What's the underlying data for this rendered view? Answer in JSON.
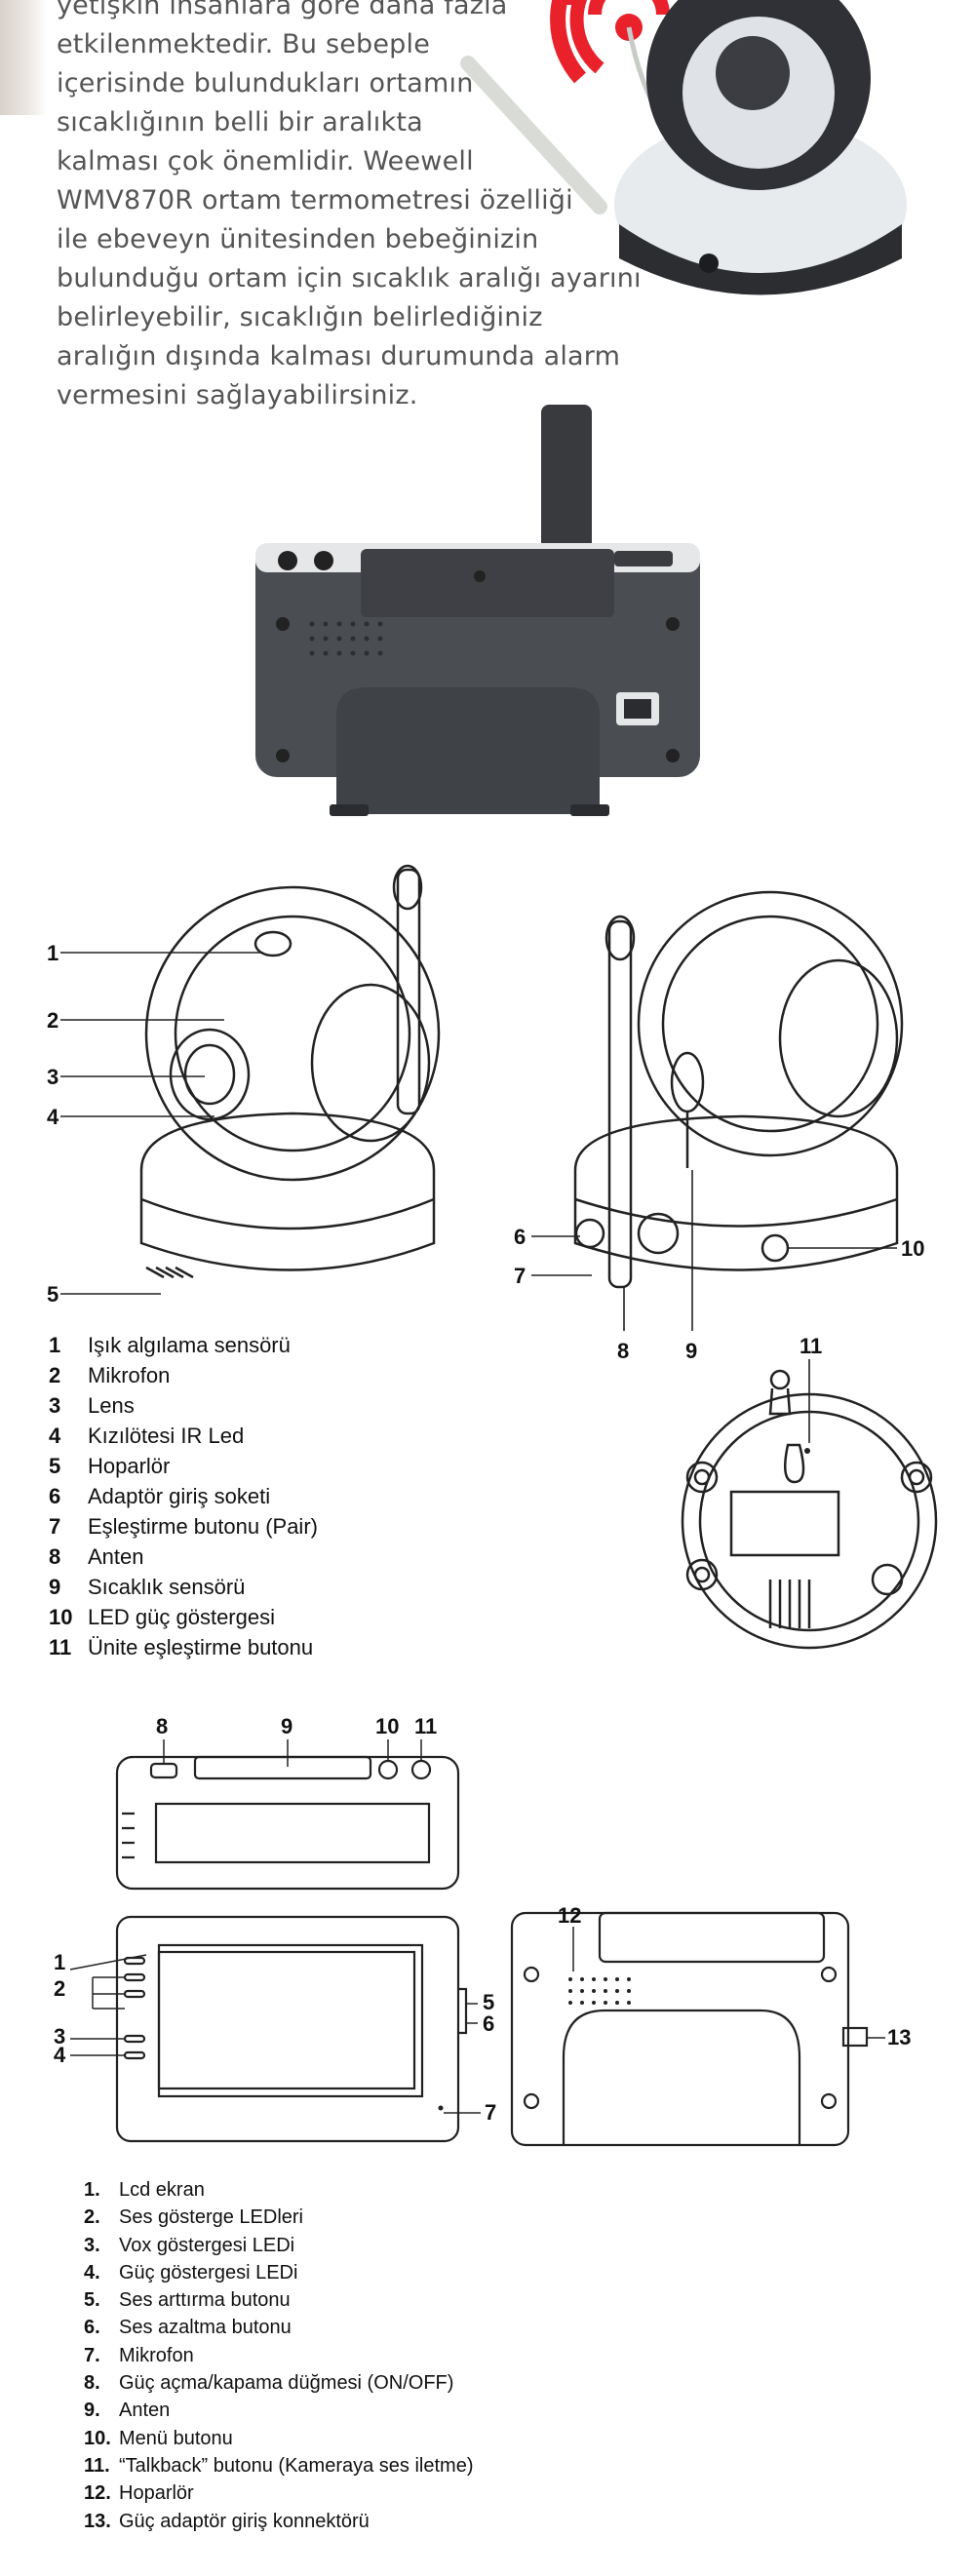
{
  "intro_text": {
    "lines": [
      "yetişkin insanlara göre daha fazla",
      "etkilenmektedir. Bu sebeple",
      "içerisinde bulundukları ortamın",
      "sıcaklığının belli bir aralıkta",
      "kalması çok önemlidir. Weewell",
      "WMV870R ortam termometresi özelliği",
      "ile ebeveyn ünitesinden bebeğinizin",
      "bulunduğu ortam için sıcaklık aralığı ayarını",
      "belirleyebilir, sıcaklığın belirlediğiniz",
      "aralığın dışında kalması durumunda alarm",
      "vermesini sağlayabilirsiniz."
    ]
  },
  "camera_diagram": {
    "callouts": [
      "1",
      "2",
      "3",
      "4",
      "5",
      "6",
      "7",
      "8",
      "9",
      "10",
      "11"
    ],
    "legend": [
      {
        "num": "1",
        "label": "Işık algılama sensörü"
      },
      {
        "num": "2",
        "label": "Mikrofon"
      },
      {
        "num": "3",
        "label": "Lens"
      },
      {
        "num": "4",
        "label": "Kızılötesi IR Led"
      },
      {
        "num": "5",
        "label": "Hoparlör"
      },
      {
        "num": "6",
        "label": "Adaptör giriş soketi"
      },
      {
        "num": "7",
        "label": "Eşleştirme butonu (Pair)"
      },
      {
        "num": "8",
        "label": "Anten"
      },
      {
        "num": "9",
        "label": "Sıcaklık sensörü"
      },
      {
        "num": "10",
        "label": "LED güç göstergesi"
      },
      {
        "num": "11",
        "label": "Ünite eşleştirme butonu"
      }
    ]
  },
  "monitor_diagram": {
    "callouts": [
      "1",
      "2",
      "3",
      "4",
      "5",
      "6",
      "7",
      "8",
      "9",
      "10",
      "11",
      "12",
      "13"
    ],
    "legend": [
      {
        "num": "1.",
        "label": "Lcd ekran"
      },
      {
        "num": "2.",
        "label": "Ses gösterge LEDleri"
      },
      {
        "num": "3.",
        "label": "Vox göstergesi LEDi"
      },
      {
        "num": "4.",
        "label": "Güç göstergesi LEDi"
      },
      {
        "num": "5.",
        "label": "Ses arttırma butonu"
      },
      {
        "num": "6.",
        "label": "Ses azaltma butonu"
      },
      {
        "num": "7.",
        "label": "Mikrofon"
      },
      {
        "num": "8.",
        "label": "Güç açma/kapama düğmesi (ON/OFF)"
      },
      {
        "num": "9.",
        "label": "Anten"
      },
      {
        "num": "10.",
        "label": "Menü butonu"
      },
      {
        "num": "11.",
        "label": "“Talkback” butonu (Kameraya ses iletme)"
      },
      {
        "num": "12.",
        "label": "Hoparlör"
      },
      {
        "num": "13.",
        "label": "Güç adaptör giriş konnektörü"
      }
    ]
  }
}
